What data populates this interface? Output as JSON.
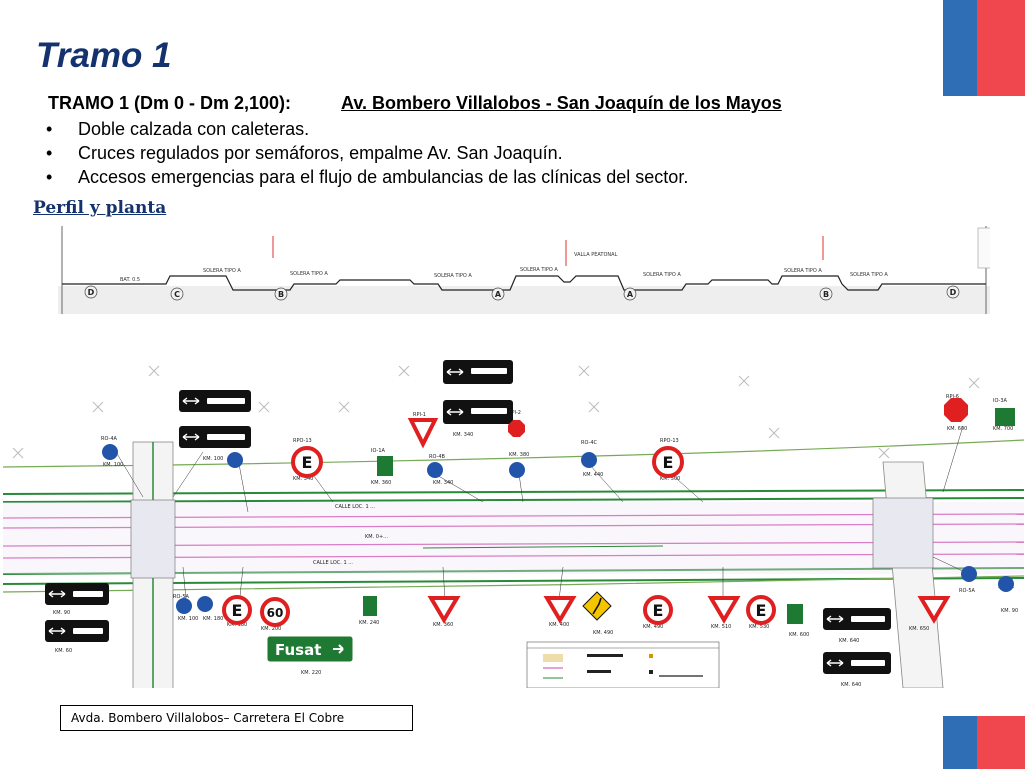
{
  "slide": {
    "title": "Tramo 1",
    "heading_left": "TRAMO 1 (Dm 0 - Dm 2,100):",
    "heading_route": "Av. Bombero Villalobos - San Joaquín de los Mayos",
    "bullet_char": "•",
    "bullets": [
      "Doble calzada con caleteras.",
      "Cruces regulados por semáforos, empalme Av. San Joaquín.",
      "Accesos emergencias para el flujo de ambulancias de las clínicas del sector."
    ],
    "subheading": "Perfil y planta",
    "caption": "Avda. Bombero Villalobos– Carretera El Cobre"
  },
  "profile": {
    "axis_labels": [
      "D",
      "C",
      "B",
      "A",
      "A",
      "B",
      "D"
    ]
  },
  "plan": {
    "guide_sign": "Fusat",
    "speed_limit": "60",
    "no_parking_letter": "E"
  },
  "colors": {
    "flag_blue": "#2f6db5",
    "flag_red": "#f0474e",
    "title_blue": "#14326e",
    "sign_red": "#e02020",
    "sign_blue": "#2255aa",
    "sign_green": "#1e7a32"
  }
}
